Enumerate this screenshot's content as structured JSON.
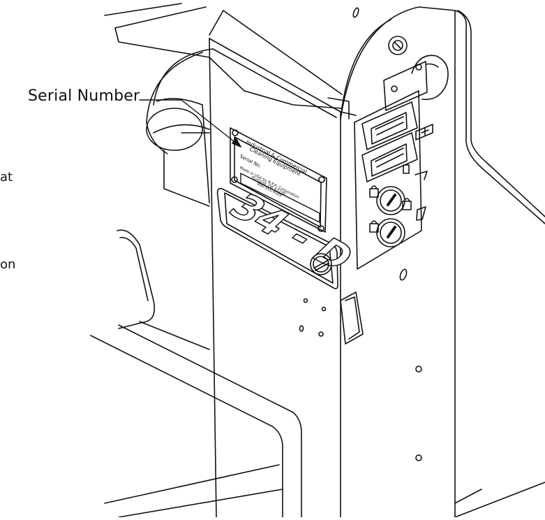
{
  "callout": {
    "label": "Serial Number"
  },
  "side_text": {
    "line_1": "at",
    "line_2": "on"
  },
  "plate": {
    "line_1": "Industrial & Commercial",
    "line_2": "Cleaning Equipment",
    "line_3": "Serial No.",
    "line_4": "Made in USA by N.P.A. Corporation",
    "line_5": "Portland, OR 97230",
    "line_6": "800-955-4589"
  },
  "model_badge": {
    "label": "34 - D"
  },
  "colors": {
    "ink": "#111111",
    "paper": "#ffffff"
  }
}
